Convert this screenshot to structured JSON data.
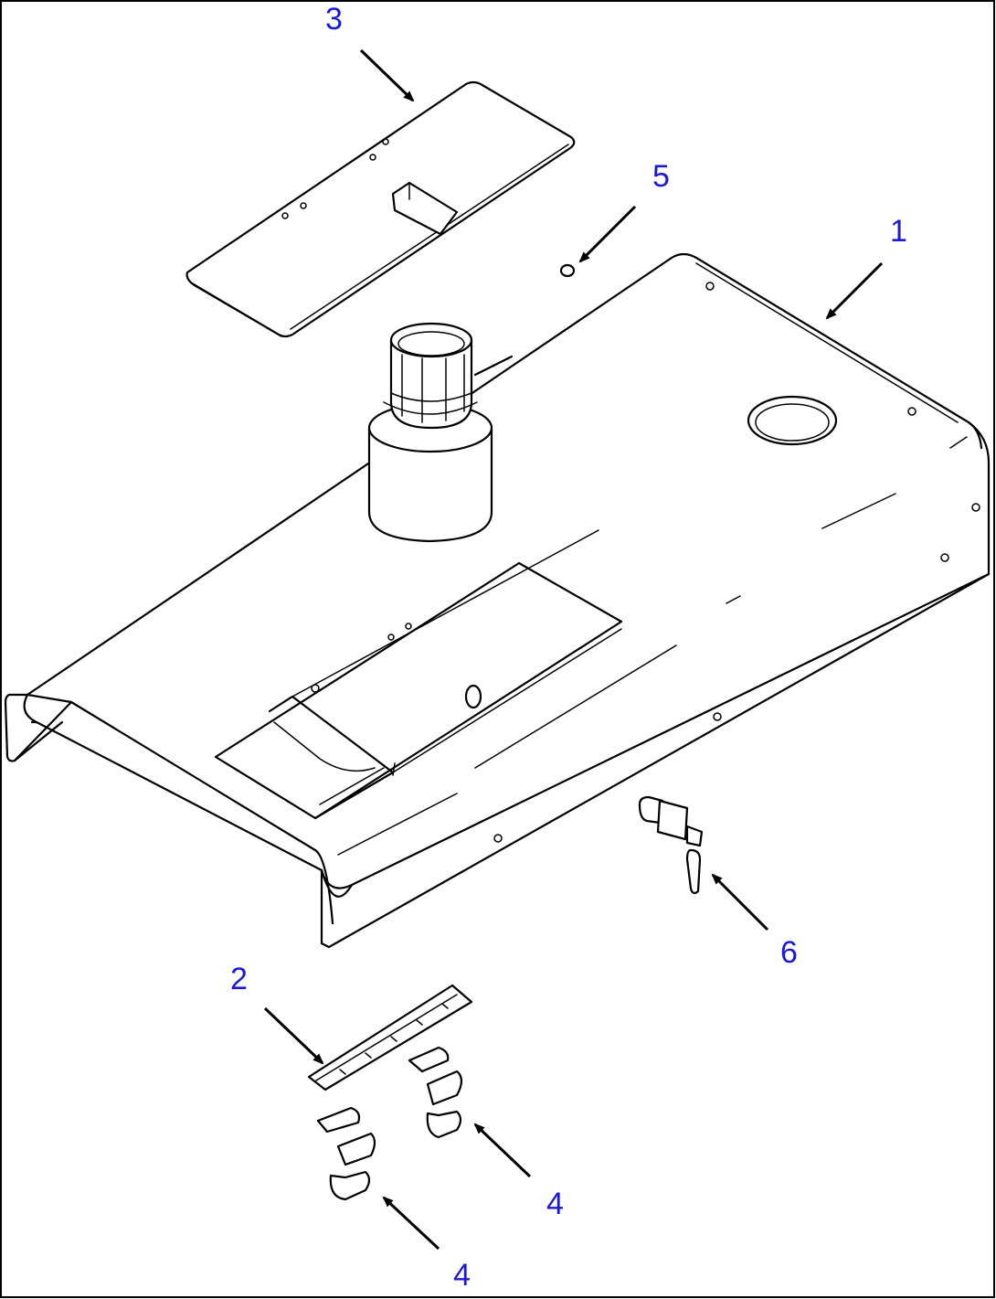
{
  "diagram": {
    "type": "exploded-parts-view",
    "callouts": [
      {
        "id": "callout-1",
        "label": "1"
      },
      {
        "id": "callout-2",
        "label": "2"
      },
      {
        "id": "callout-3",
        "label": "3"
      },
      {
        "id": "callout-4a",
        "label": "4"
      },
      {
        "id": "callout-4b",
        "label": "4"
      },
      {
        "id": "callout-5",
        "label": "5"
      },
      {
        "id": "callout-6",
        "label": "6"
      }
    ],
    "colors": {
      "callout_text": "#1a1ad6",
      "line": "#000000",
      "background": "#ffffff"
    }
  }
}
